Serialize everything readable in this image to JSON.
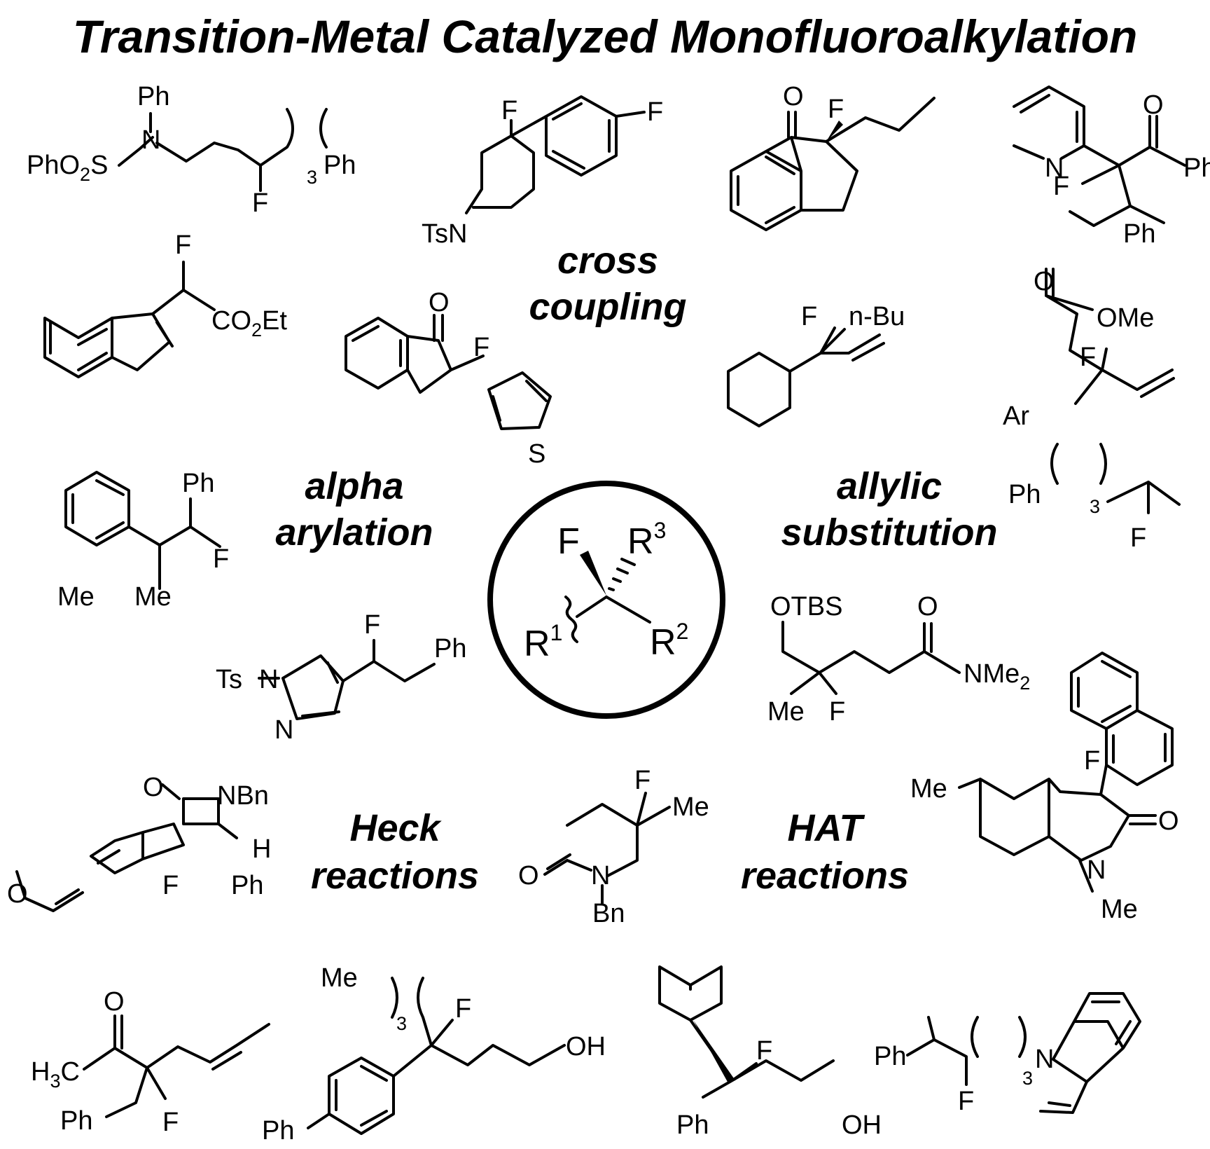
{
  "title": "Transition-Metal Catalyzed Monofluoroalkylation",
  "categories": {
    "cross_coupling": [
      "cross",
      "coupling"
    ],
    "alpha_arylation": [
      "alpha",
      "arylation"
    ],
    "allylic_substitution": [
      "allylic",
      "substitution"
    ],
    "heck": [
      "Heck",
      "reactions"
    ],
    "hat": [
      "HAT",
      "reactions"
    ]
  },
  "core": {
    "f": "F",
    "r1": "R",
    "r1_sup": "1",
    "r2": "R",
    "r2_sup": "2",
    "r3": "R",
    "r3_sup": "3"
  },
  "atoms": {
    "ph": "Ph",
    "f": "F",
    "n": "N",
    "o": "O",
    "s": "S",
    "me": "Me",
    "h": "H",
    "oh": "OH",
    "ar": "Ar",
    "bn": "Bn",
    "ts": "Ts",
    "tsn": "TsN",
    "nbn": "NBn",
    "nbu": "n-Bu",
    "ome": "OMe",
    "otbs": "OTBS",
    "ph_o2s": "PhO",
    "co2et": "CO",
    "et": "Et",
    "nme": "NMe",
    "h3c_h": "H",
    "h3c_c": "C",
    "two": "2",
    "three": "3"
  }
}
